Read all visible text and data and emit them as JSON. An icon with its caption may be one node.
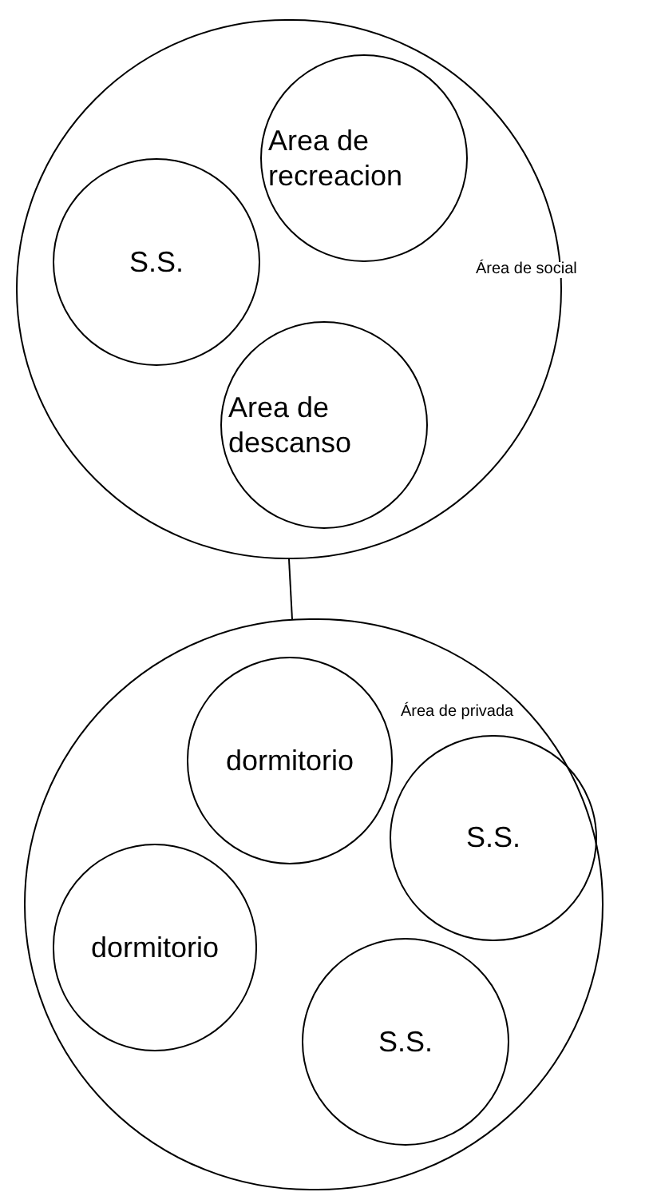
{
  "diagram": {
    "nodes": [
      {
        "text": [
          "Área de social"
        ]
      },
      {
        "text": [
          "Area de recreacion"
        ],
        "in": 0
      },
      {
        "text": [
          "S.S."
        ],
        "in": 0
      },
      {
        "text": [
          "Area de descanso"
        ],
        "in": 0
      },
      {
        "text": [
          "Área de privada"
        ]
      },
      {
        "text": [
          "dormitorio"
        ],
        "in": 4
      },
      {
        "text": [
          "S.S."
        ],
        "in": 4
      },
      {
        "text": [
          "dormitorio"
        ],
        "in": 4
      },
      {
        "text": [
          "S.S."
        ],
        "in": 4
      }
    ],
    "edges": [
      {
        "from": 0,
        "to": 4,
        "arrow": "none"
      }
    ]
  }
}
